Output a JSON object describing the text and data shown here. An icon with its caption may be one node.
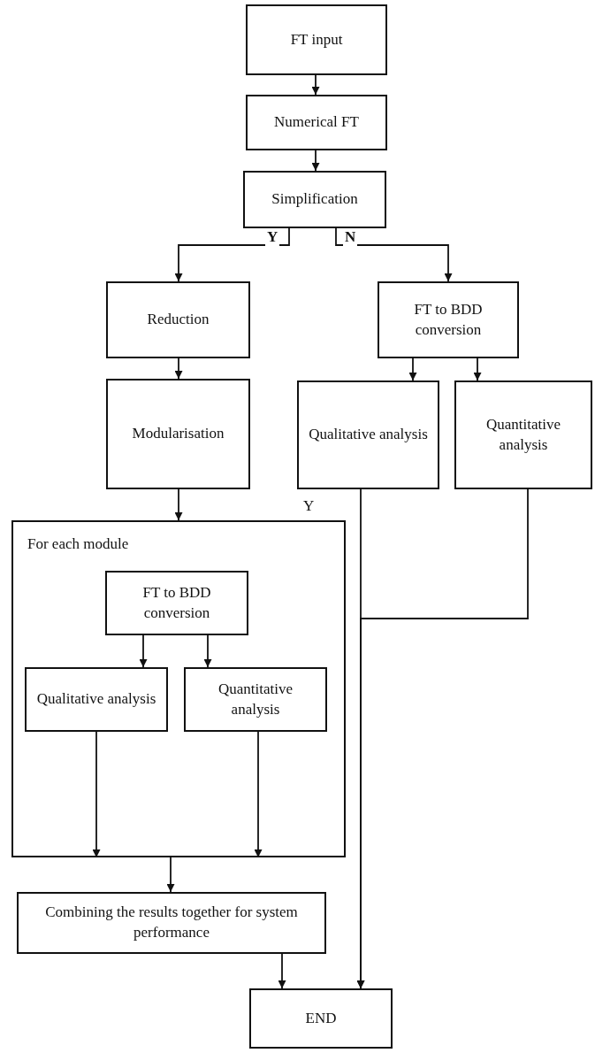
{
  "diagram": {
    "nodes": [
      {
        "text": [
          "FT input"
        ]
      },
      {
        "text": [
          "Numerical FT"
        ]
      },
      {
        "text": [
          "Simplification"
        ]
      },
      {
        "text": [
          "Reduction"
        ]
      },
      {
        "text": [
          "FT to BDD conversion"
        ]
      },
      {
        "text": [
          "Modularisation"
        ]
      },
      {
        "text": [
          "Qualitative analysis"
        ]
      },
      {
        "text": [
          "Quantitative analysis"
        ]
      },
      {
        "text": [
          "For each module"
        ]
      },
      {
        "text": [
          "FT to BDD conversion"
        ],
        "in": 8
      },
      {
        "text": [
          "Qualitative analysis"
        ],
        "in": 8
      },
      {
        "text": [
          "Quantitative analysis"
        ],
        "in": 8
      },
      {
        "text": [
          "Combining the results together for system performance"
        ]
      },
      {
        "text": [
          "END"
        ]
      }
    ],
    "edges": [
      {
        "from": 0,
        "to": 1,
        "arrow": "to"
      },
      {
        "from": 1,
        "to": 2,
        "arrow": "to"
      },
      {
        "from": 2,
        "to": 3,
        "arrow": "to",
        "label": "Y"
      },
      {
        "from": 2,
        "to": 4,
        "arrow": "to",
        "label": "N"
      },
      {
        "from": 3,
        "to": 5,
        "arrow": "to"
      },
      {
        "from": 4,
        "to": 6,
        "arrow": "to"
      },
      {
        "from": 4,
        "to": 7,
        "arrow": "to"
      },
      {
        "from": 5,
        "to": 8,
        "arrow": "to"
      },
      {
        "from": 9,
        "to": 10,
        "arrow": "to"
      },
      {
        "from": 9,
        "to": 11,
        "arrow": "to"
      },
      {
        "from": 10,
        "to": 8,
        "arrow": "to"
      },
      {
        "from": 11,
        "to": 8,
        "arrow": "to"
      },
      {
        "from": 8,
        "to": 12,
        "arrow": "to"
      },
      {
        "from": 12,
        "to": 13,
        "arrow": "to"
      },
      {
        "from": 6,
        "to": 13,
        "arrow": "to"
      },
      {
        "from": 7,
        "to": 13,
        "arrow": "to"
      }
    ],
    "labels": [
      "Y"
    ]
  }
}
